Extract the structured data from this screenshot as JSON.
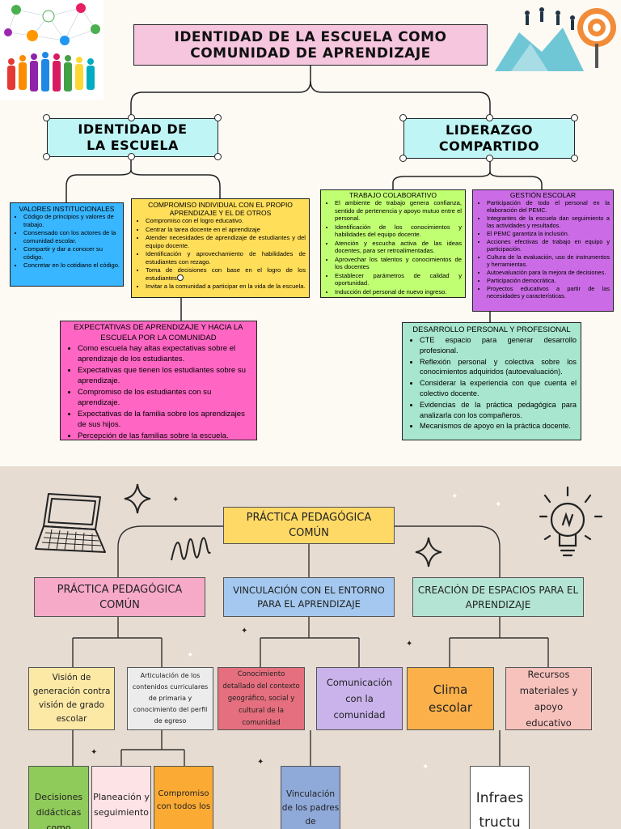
{
  "top": {
    "title": "IDENTIDAD DE LA ESCUELA COMO COMUNIDAD DE APRENDIZAJE",
    "identity_title": "IDENTIDAD DE LA ESCUELA",
    "leadership_title": "LIDERAZGO COMPARTIDO",
    "valores": {
      "heading": "VALORES INSTITUCIONALES",
      "items": [
        "Código de principios y valores de trabajo.",
        "Consensado con los actores de la comunidad escolar.",
        "Compartir y dar a conocer su código.",
        "Concretar en lo cotidiano el código."
      ]
    },
    "compromiso": {
      "heading": "COMPROMISO INDIVIDUAL CON EL PROPIO APRENDIZAJE Y EL DE OTROS",
      "items": [
        "Compromiso con el logro educativo.",
        "Centrar la tarea docente en el aprendizaje",
        "Atender necesidades de aprendizaje de estudiantes y del equipo docente.",
        "Identificación y aprovechamiento de habilidades de estudiantes con rezago.",
        "Toma de decisiones con base en el logro de los estudiantes.",
        "Invitar a la comunidad a participar en la vida de la escuela."
      ]
    },
    "trabajo": {
      "heading": "TRABAJO COLABORATIVO",
      "items": [
        "El ambiente de trabajo genera confianza, sentido de pertenencia y apoyo mutuo entre el personal.",
        "Identificación de los conocimientos y habilidades del equipo docente.",
        "Atención y escucha activa de las ideas docentes, para ser retroalimentadas.",
        "Aprovechar los talentos y conocimientos de los docentes",
        "Establecer parámetros de calidad y oportunidad.",
        "Inducción del personal de nuevo ingreso."
      ]
    },
    "gestion": {
      "heading": "GESTIÓN ESCOLAR",
      "items": [
        "Participación de todo el personal en la elaboración del PEMC.",
        "Integrantes de la escuela dan seguimiento a las actividades y resultados.",
        "El PEMC garantiza la inclusión.",
        "Acciones efectivas de trabajo en equipo y participación.",
        "Cultura de la evaluación, uso de instrumentos y herramientas.",
        "Autoevaluación para la mejora de decisiones.",
        "Participación democrática.",
        "Proyectos educativos a partir de las necesidades y características."
      ]
    },
    "expectativas": {
      "heading": "EXPECTATIVAS DE APRENDIZAJE Y HACIA LA ESCUELA POR LA COMUNIDAD",
      "items": [
        "Como escuela hay altas expectativas sobre el aprendizaje de los estudiantes.",
        "Expectativas que tienen los estudiantes sobre su aprendizaje.",
        "Compromiso de los estudiantes con su aprendizaje.",
        "Expectativas de la familia sobre los aprendizajes de sus hijos.",
        "Percepción de las familias sobre la escuela."
      ]
    },
    "desarrollo": {
      "heading": "DESARROLLO PERSONAL Y PROFESIONAL",
      "items": [
        "CTE espacio para generar desarrollo profesional.",
        "Reflexión personal y colectiva sobre los conocimientos adquiridos (autoevaluación).",
        "Considerar la experiencia con que cuenta el colectivo docente.",
        "Evidencias de la práctica pedagógica para analizarla con los compañeros.",
        "Mecanismos de apoyo en la práctica docente."
      ]
    }
  },
  "bottom": {
    "root": "PRÁCTICA PEDAGÓGICA COMÚN",
    "branches": [
      "PRÁCTICA PEDAGÓGICA COMÚN",
      "VINCULACIÓN CON EL ENTORNO PARA EL APRENDIZAJE",
      "CREACIÓN DE ESPACIOS PARA EL APRENDIZAJE"
    ],
    "leaves": [
      "Visión de generación contra visión de grado escolar",
      "Articulación de los contenidos curriculares de primaria y conocimiento del perfil de egreso",
      "Conocimiento detallado del contexto geográfico, social y cultural de la comunidad",
      "Comunicación con la comunidad",
      "Clima escolar",
      "Recursos materiales y apoyo educativo"
    ],
    "subleaves": [
      "Decisiones didácticas como",
      "Planeación y seguimiento",
      "Compromiso con todos los",
      "Vinculación de los padres de",
      "Infraes tructu"
    ]
  },
  "colors": {
    "pink_title": "#f6c6de",
    "cyan_title": "#bff5f5",
    "blue_card": "#38b6ff",
    "yellow_card": "#ffde59",
    "green_card": "#c1ff72",
    "purple_card": "#cb6ce6",
    "magenta_card": "#ff66c4",
    "mint_card": "#a8e6cf"
  }
}
